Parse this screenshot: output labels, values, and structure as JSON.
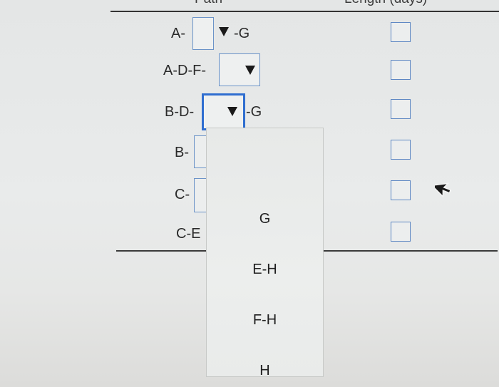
{
  "header": {
    "col1": "Path",
    "col2": "Length (days)"
  },
  "rows": [
    {
      "prefix": "A-",
      "suffix": "-G"
    },
    {
      "prefix": "A-D-F-",
      "suffix": ""
    },
    {
      "prefix": "B-D-",
      "suffix": "-G"
    },
    {
      "prefix": "B-",
      "suffix": ""
    },
    {
      "prefix": "C-",
      "suffix": ""
    },
    {
      "prefix": "C-E",
      "suffix": ""
    }
  ],
  "dropdown_options": [
    "G",
    "E-H",
    "F-H",
    "H"
  ],
  "icons": {
    "dropdown_arrow": "triangle-down-icon",
    "cursor": "mouse-pointer-icon"
  },
  "colors": {
    "input_border": "#6b93c8",
    "active_border": "#2f6ed0"
  }
}
